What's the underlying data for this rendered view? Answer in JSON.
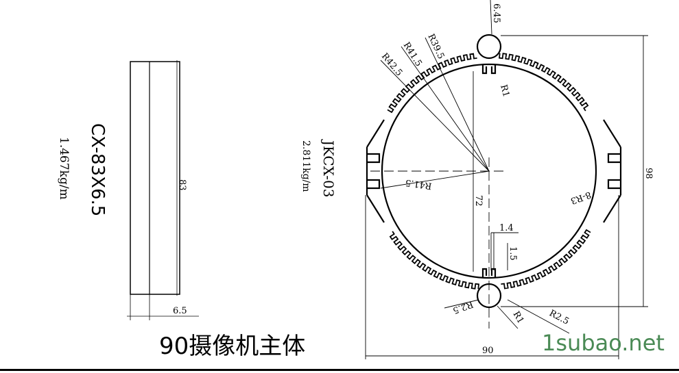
{
  "left_part": {
    "name": "CX-83X6.5",
    "weight": "1.467kg/m",
    "dim_height": "83",
    "dim_width": "6.5"
  },
  "right_part": {
    "name": "JKCX-03",
    "weight": "2.811kg/m",
    "dims": {
      "top_boss": "6.45",
      "r42_5": "R42.5",
      "r41_5": "R41.5",
      "r39_5": "R39.5",
      "r1": "R1",
      "r41_5_inner": "R41.5",
      "r3": "8-R3",
      "height_72": "72",
      "height_98": "98",
      "width_90": "90",
      "slot_1_4": "1.4",
      "slot_1_5": "1.5",
      "r2_5_left": "R2.5",
      "r1_bottom": "R1",
      "r2_5_right": "R2.5"
    }
  },
  "title": "90摄像机主体",
  "watermark": "1subao.net",
  "colors": {
    "line": "#000000",
    "watermark": "#4a8a55"
  }
}
